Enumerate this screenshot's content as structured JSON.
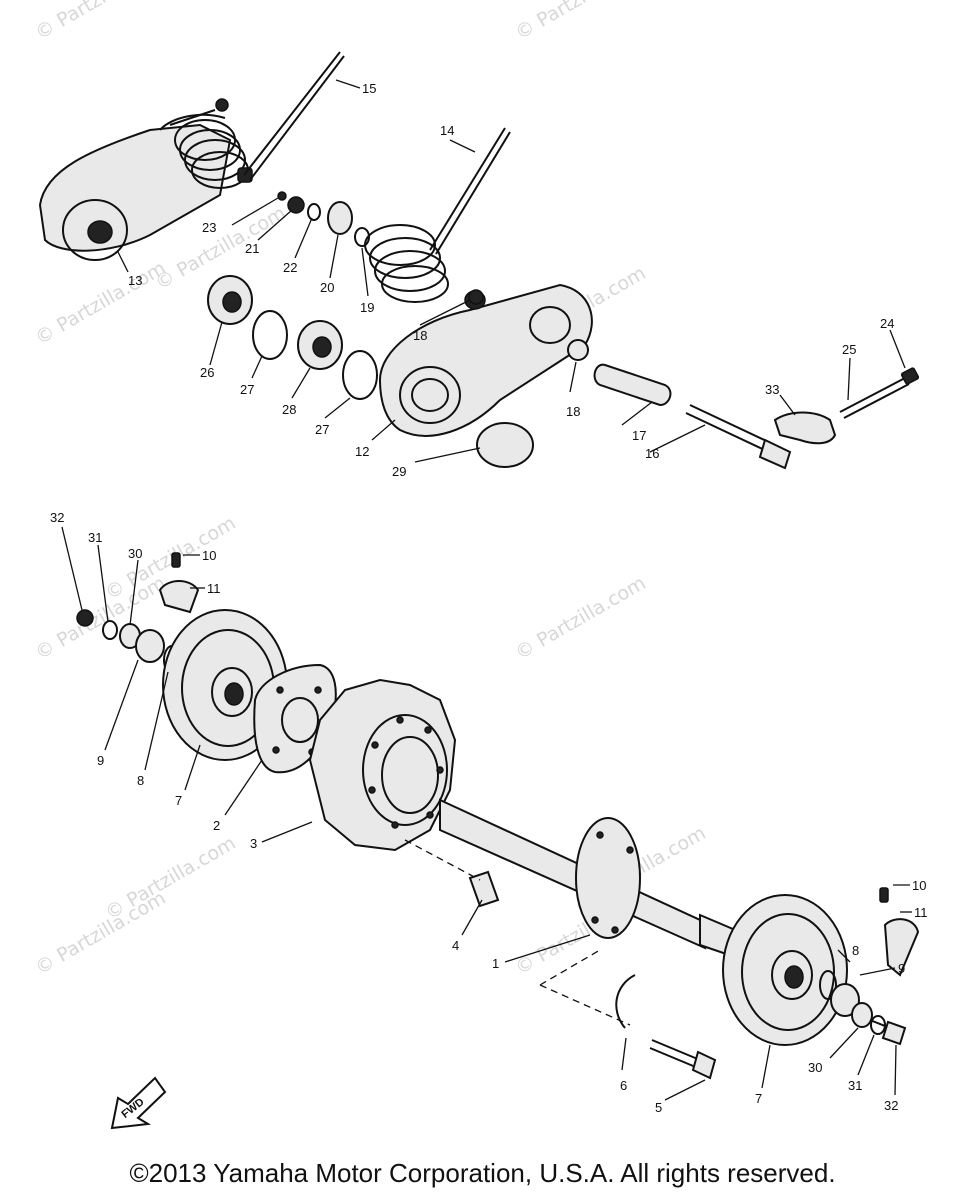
{
  "watermarks": [
    "© Partzilla.com",
    "© Partzilla.com",
    "© Partzilla.com",
    "© Partzilla.com",
    "© Partzilla.com",
    "© Partzilla.com",
    "© Partzilla.com",
    "© Partzilla.com",
    "© Partzilla.com",
    "© Partzilla.com",
    "© Partzilla.com",
    "© Partzilla.com"
  ],
  "callouts": {
    "n1": "1",
    "n2": "2",
    "n3": "3",
    "n4": "4",
    "n5": "5",
    "n6": "6",
    "n7a": "7",
    "n7b": "7",
    "n8a": "8",
    "n8b": "8",
    "n9a": "9",
    "n9b": "9",
    "n10a": "10",
    "n10b": "10",
    "n11a": "11",
    "n11b": "11",
    "n12": "12",
    "n13": "13",
    "n14": "14",
    "n15": "15",
    "n16": "16",
    "n17": "17",
    "n18a": "18",
    "n18b": "18",
    "n19": "19",
    "n20": "20",
    "n21": "21",
    "n22": "22",
    "n23": "23",
    "n24": "24",
    "n25": "25",
    "n26": "26",
    "n27a": "27",
    "n27b": "27",
    "n28": "28",
    "n29": "29",
    "n30a": "30",
    "n30b": "30",
    "n31a": "31",
    "n31b": "31",
    "n32a": "32",
    "n32b": "32",
    "n33": "33"
  },
  "fwd_label": "FWD",
  "copyright": "©2013 Yamaha Motor Corporation, U.S.A. All rights reserved.",
  "colors": {
    "ink": "#111111",
    "watermark": "#d7d7d7",
    "background": "#ffffff"
  }
}
